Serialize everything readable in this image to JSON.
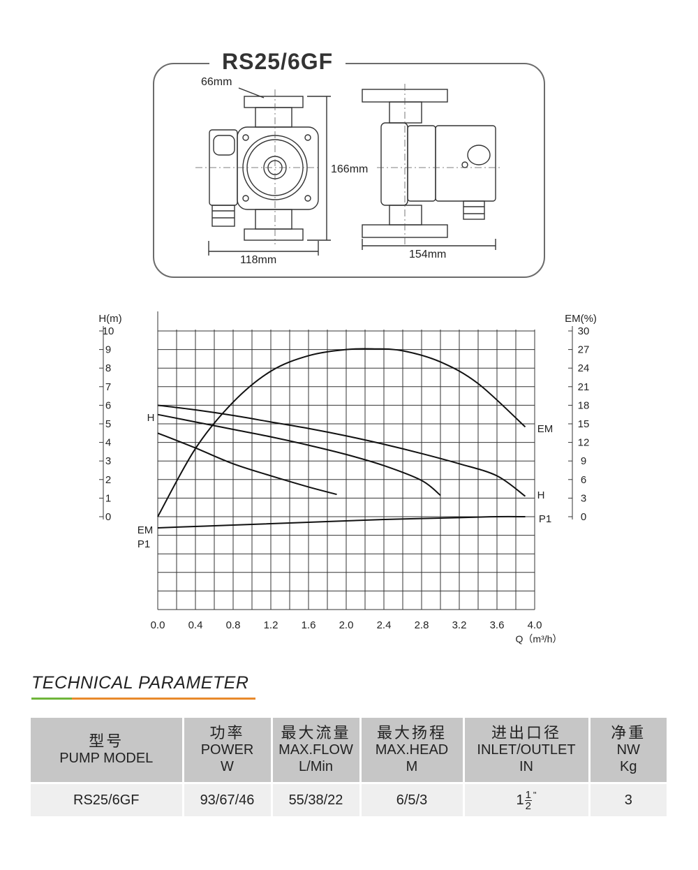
{
  "drawing": {
    "model": "RS25/6GF",
    "dim_top": "66mm",
    "dim_height": "166mm",
    "dim_width_front": "118mm",
    "dim_width_side": "154mm"
  },
  "chart_data": {
    "type": "line",
    "x_label": "Q（m³/h）",
    "x_ticks": [
      "0.0",
      "0.4",
      "0.8",
      "1.2",
      "1.6",
      "2.0",
      "2.4",
      "2.8",
      "3.2",
      "3.6",
      "4.0"
    ],
    "xlim": [
      0,
      4.0
    ],
    "y_left_label": "H(m)",
    "y_left_ticks": [
      "10",
      "9",
      "8",
      "7",
      "6",
      "5",
      "4",
      "3",
      "2",
      "1",
      "0"
    ],
    "y_left_range": [
      0,
      10
    ],
    "y_right_label": "EM(%)",
    "y_right_ticks": [
      "30",
      "27",
      "24",
      "21",
      "18",
      "15",
      "12",
      "9",
      "6",
      "3",
      "0"
    ],
    "y_right_range": [
      0,
      30
    ],
    "grid": true,
    "curve_labels": {
      "h_left": "H",
      "em_right": "EM",
      "h_right": "H",
      "p1_right": "P1",
      "em_left": "EM",
      "p1_left": "P1"
    },
    "series": [
      {
        "name": "H",
        "x": [
          0.0,
          0.4,
          0.8,
          1.2,
          1.6,
          2.0,
          2.4,
          2.8,
          3.2,
          3.6,
          3.9
        ],
        "y": [
          6.0,
          5.75,
          5.45,
          5.1,
          4.75,
          4.35,
          3.9,
          3.4,
          2.85,
          2.2,
          1.1
        ]
      },
      {
        "name": "H",
        "x": [
          0.0,
          0.4,
          0.8,
          1.2,
          1.6,
          2.0,
          2.4,
          2.8,
          3.0
        ],
        "y": [
          5.5,
          5.1,
          4.7,
          4.3,
          3.85,
          3.35,
          2.75,
          1.95,
          1.15
        ]
      },
      {
        "name": "H",
        "x": [
          0.0,
          0.4,
          0.8,
          1.2,
          1.6,
          1.9
        ],
        "y": [
          4.5,
          3.7,
          2.85,
          2.2,
          1.6,
          1.2
        ]
      },
      {
        "name": "EM",
        "x": [
          0.0,
          0.4,
          0.8,
          1.2,
          1.6,
          2.0,
          2.3,
          2.6,
          3.0,
          3.4,
          3.9
        ],
        "y_percent": [
          0.0,
          11.0,
          18.5,
          23.5,
          26.0,
          27.0,
          27.1,
          26.8,
          25.0,
          21.5,
          14.5
        ]
      },
      {
        "name": "P1",
        "x": [
          0.0,
          0.8,
          1.6,
          2.4,
          3.2,
          3.6,
          3.9
        ],
        "y": [
          -0.6,
          -0.45,
          -0.3,
          -0.15,
          -0.05,
          0.0,
          0.0
        ]
      }
    ]
  },
  "technical": {
    "title": "TECHNICAL PARAMETER",
    "headers": [
      {
        "zh": "型号",
        "en": "PUMP MODEL",
        "unit": ""
      },
      {
        "zh": "功率",
        "en": "POWER",
        "unit": "W"
      },
      {
        "zh": "最大流量",
        "en": "MAX.FLOW",
        "unit": "L/Min"
      },
      {
        "zh": "最大扬程",
        "en": "MAX.HEAD",
        "unit": "M"
      },
      {
        "zh": "进出口径",
        "en": "INLET/OUTLET",
        "unit": "IN"
      },
      {
        "zh": "净重",
        "en": "NW",
        "unit": "Kg"
      }
    ],
    "row": {
      "model": "RS25/6GF",
      "power": "93/67/46",
      "flow": "55/38/22",
      "head": "6/5/3",
      "inlet_whole": "1",
      "inlet_num": "1",
      "inlet_den": "2",
      "inlet_unit": "\"",
      "weight": "3"
    }
  }
}
